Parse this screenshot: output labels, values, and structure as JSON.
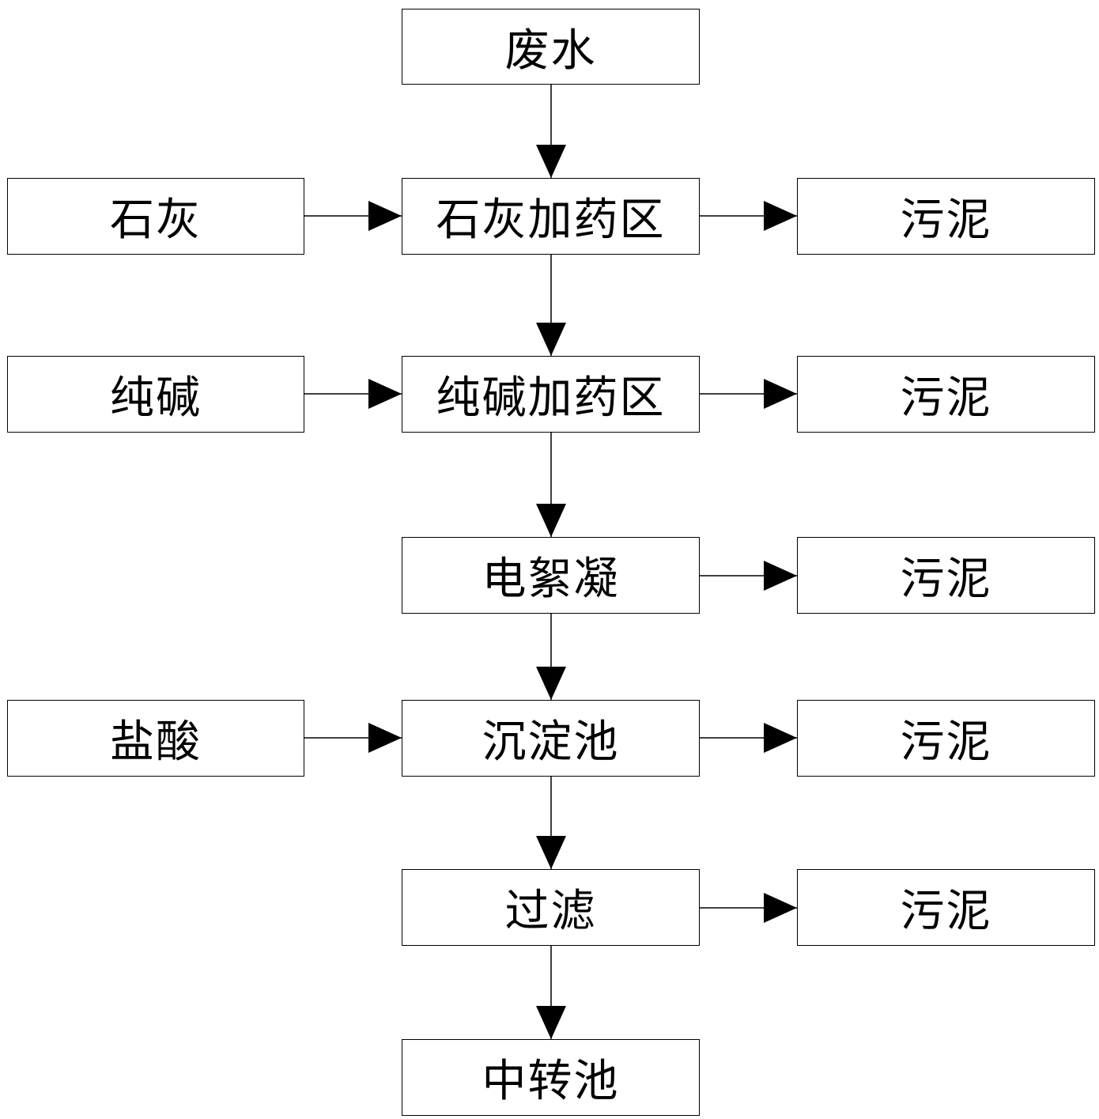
{
  "diagram": {
    "nodes": {
      "wastewater": "废水",
      "lime": "石灰",
      "lime_dosing": "石灰加药区",
      "sludge_1": "污泥",
      "soda": "纯碱",
      "soda_dosing": "纯碱加药区",
      "sludge_2": "污泥",
      "electrocoagulation": "电絮凝",
      "sludge_3": "污泥",
      "hcl": "盐酸",
      "sedimentation": "沉淀池",
      "sludge_4": "污泥",
      "filtration": "过滤",
      "sludge_5": "污泥",
      "transfer_tank": "中转池"
    },
    "edges": [
      [
        "wastewater",
        "lime_dosing"
      ],
      [
        "lime",
        "lime_dosing"
      ],
      [
        "lime_dosing",
        "sludge_1"
      ],
      [
        "lime_dosing",
        "soda_dosing"
      ],
      [
        "soda",
        "soda_dosing"
      ],
      [
        "soda_dosing",
        "sludge_2"
      ],
      [
        "soda_dosing",
        "electrocoagulation"
      ],
      [
        "electrocoagulation",
        "sludge_3"
      ],
      [
        "electrocoagulation",
        "sedimentation"
      ],
      [
        "hcl",
        "sedimentation"
      ],
      [
        "sedimentation",
        "sludge_4"
      ],
      [
        "sedimentation",
        "filtration"
      ],
      [
        "filtration",
        "sludge_5"
      ],
      [
        "filtration",
        "transfer_tank"
      ]
    ]
  }
}
